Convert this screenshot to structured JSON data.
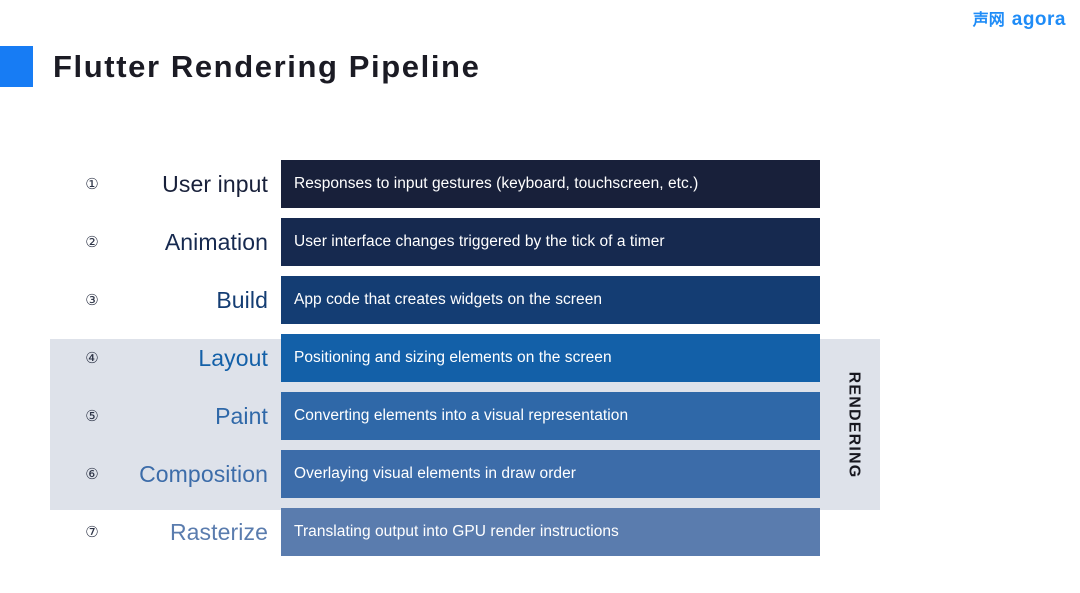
{
  "brand": {
    "cn": "声网",
    "en": "agora",
    "color": "#1f8cf7"
  },
  "header": {
    "title": "Flutter Rendering Pipeline",
    "accent_color": "#177cf4",
    "title_color": "#1b1b24"
  },
  "diagram": {
    "type": "pipeline-stack",
    "highlight_band": {
      "label": "RENDERING",
      "color": "#dee2ea",
      "covers_steps": [
        4,
        5,
        6
      ]
    },
    "steps": [
      {
        "number": "①",
        "label": "User input",
        "description": "Responses to input gestures (keyboard, touchscreen, etc.)",
        "bar_color": "#18203a",
        "label_color": "#18203a"
      },
      {
        "number": "②",
        "label": "Animation",
        "description": "User interface changes triggered by the tick of a timer",
        "bar_color": "#16294f",
        "label_color": "#16294f"
      },
      {
        "number": "③",
        "label": "Build",
        "description": "App code that creates widgets on the screen",
        "bar_color": "#143d73",
        "label_color": "#143d73"
      },
      {
        "number": "④",
        "label": "Layout",
        "description": "Positioning and sizing elements on the screen",
        "bar_color": "#1360a8",
        "label_color": "#1360a8"
      },
      {
        "number": "⑤",
        "label": "Paint",
        "description": "Converting elements into a visual representation",
        "bar_color": "#2f68a8",
        "label_color": "#2f68a8"
      },
      {
        "number": "⑥",
        "label": "Composition",
        "description": "Overlaying visual elements in draw order",
        "bar_color": "#3c6ca9",
        "label_color": "#3c6ca9"
      },
      {
        "number": "⑦",
        "label": "Rasterize",
        "description": "Translating output into GPU render instructions",
        "bar_color": "#5a7cae",
        "label_color": "#5a7cae"
      }
    ]
  }
}
